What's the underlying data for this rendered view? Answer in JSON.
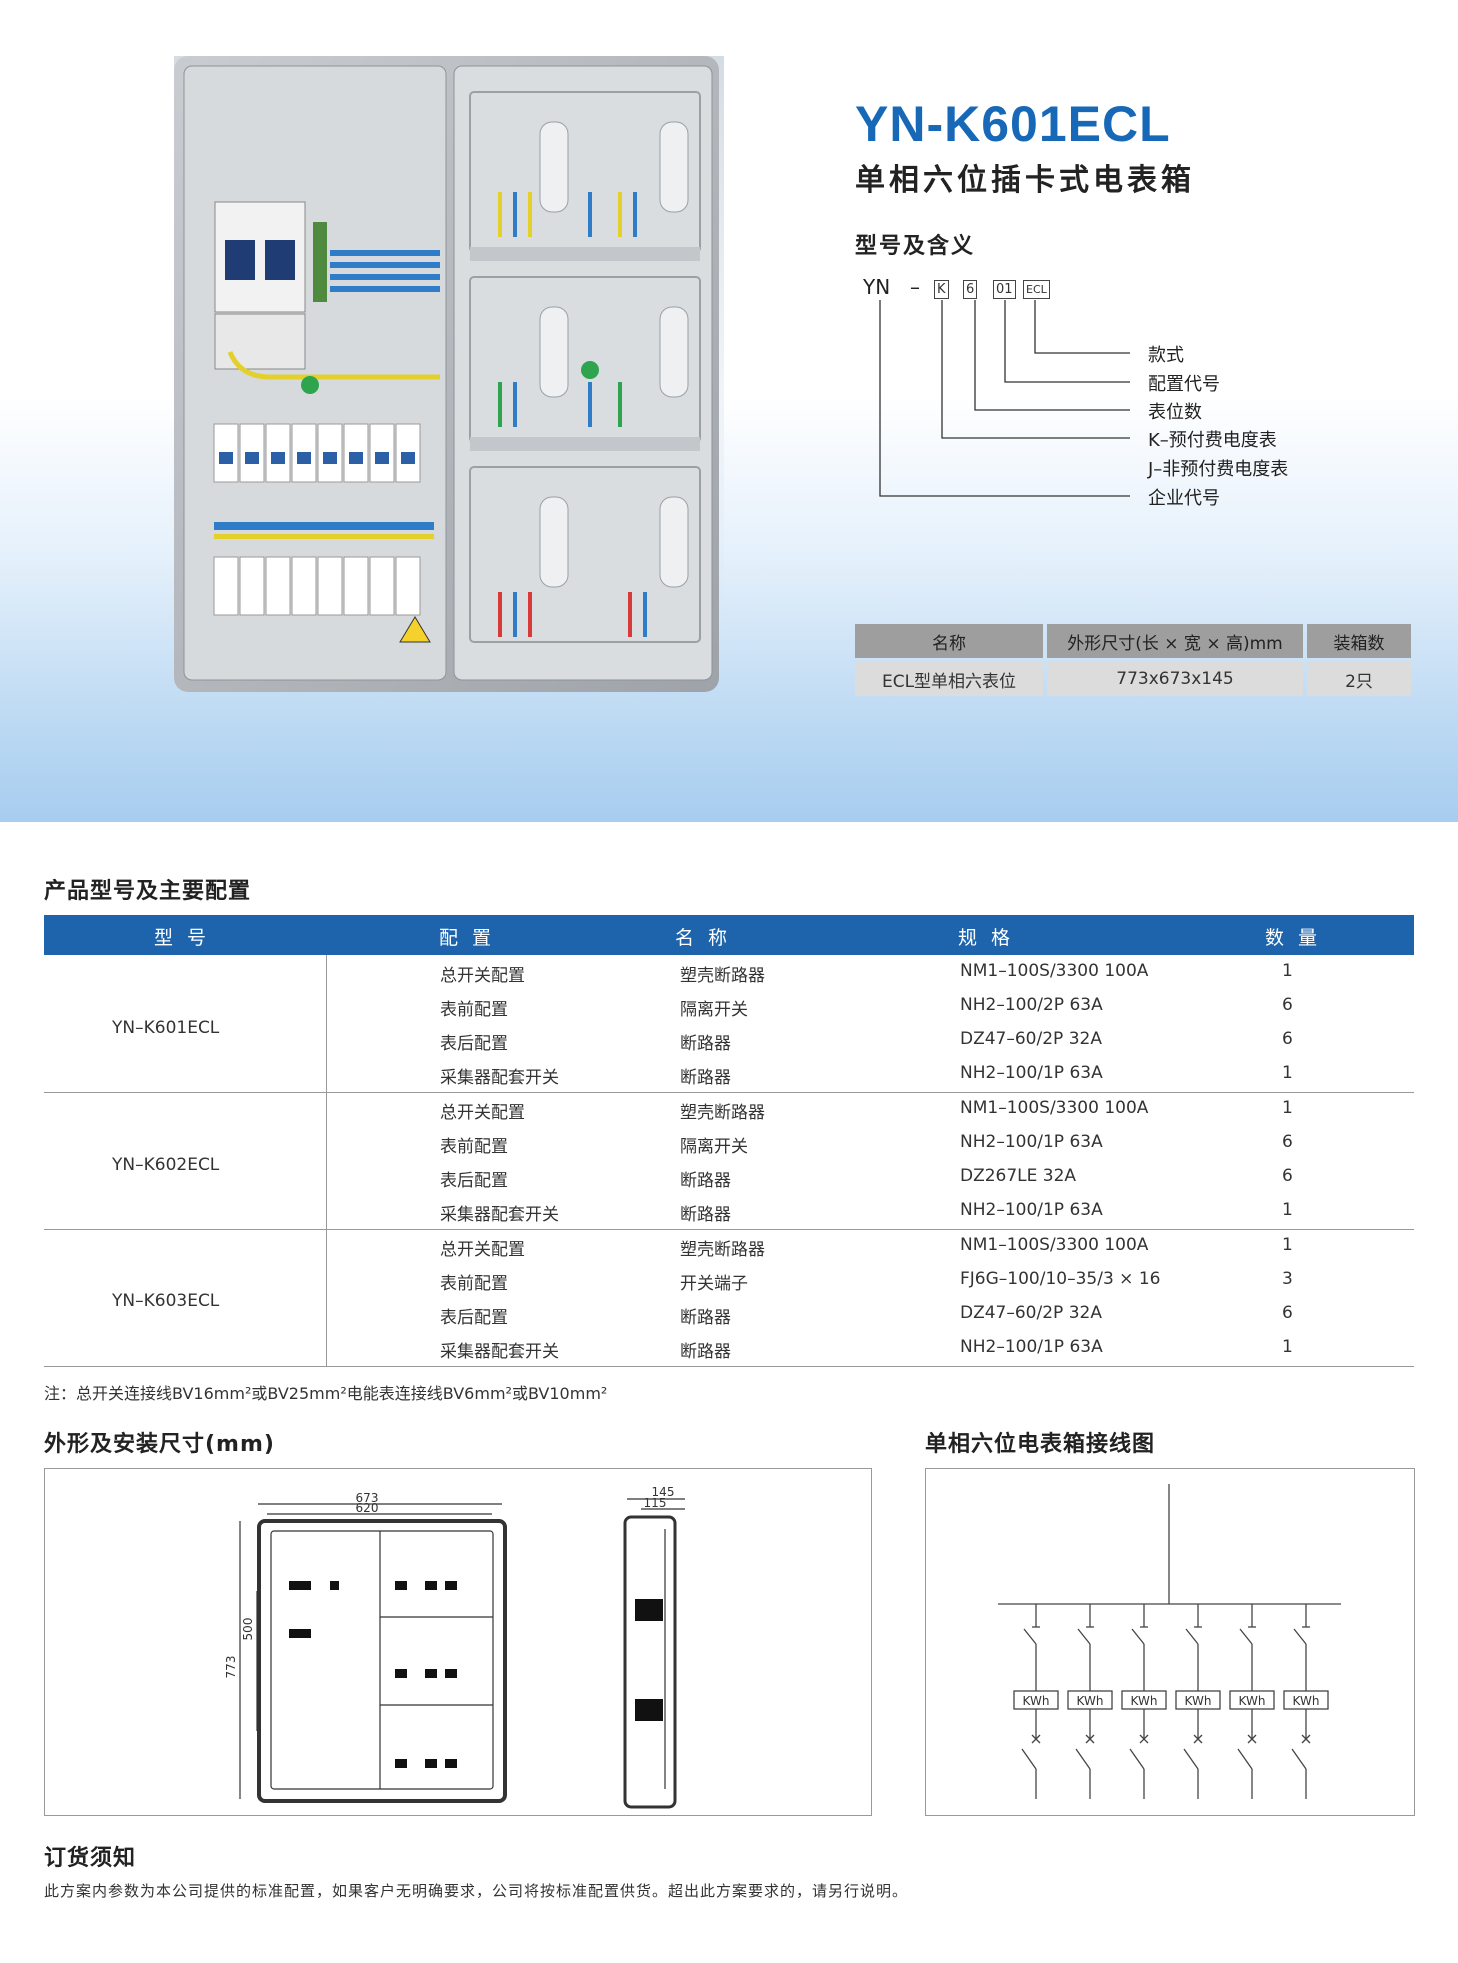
{
  "product": {
    "title": "YN-K601ECL",
    "subtitle": "单相六位插卡式电表箱"
  },
  "model_meaning": {
    "heading": "型号及含义",
    "code_prefix": "YN",
    "code_dash": "–",
    "code_parts": [
      "K",
      "6",
      "01",
      "ECL"
    ],
    "labels": [
      "款式",
      "配置代号",
      "表位数",
      "K–预付费电度表",
      "J–非预付费电度表",
      "企业代号"
    ]
  },
  "spec_table": {
    "headers": [
      "名称",
      "外形尺寸(长 × 宽 × 高)mm",
      "装箱数"
    ],
    "row": [
      "ECL型单相六表位",
      "773x673x145",
      "2只"
    ]
  },
  "config": {
    "heading": "产品型号及主要配置",
    "headers": [
      "型 号",
      "配 置",
      "名 称",
      "规 格",
      "数 量"
    ],
    "groups": [
      {
        "model": "YN–K601ECL",
        "rows": [
          {
            "config": "总开关配置",
            "name": "塑壳断路器",
            "spec": "NM1–100S/3300 100A",
            "qty": "1"
          },
          {
            "config": "表前配置",
            "name": "隔离开关",
            "spec": "NH2–100/2P  63A",
            "qty": "6"
          },
          {
            "config": "表后配置",
            "name": "断路器",
            "spec": "DZ47–60/2P  32A",
            "qty": "6"
          },
          {
            "config": "采集器配套开关",
            "name": "断路器",
            "spec": "NH2–100/1P  63A",
            "qty": "1"
          }
        ]
      },
      {
        "model": "YN–K602ECL",
        "rows": [
          {
            "config": "总开关配置",
            "name": "塑壳断路器",
            "spec": "NM1–100S/3300 100A",
            "qty": "1"
          },
          {
            "config": "表前配置",
            "name": "隔离开关",
            "spec": "NH2–100/1P 63A",
            "qty": "6"
          },
          {
            "config": "表后配置",
            "name": "断路器",
            "spec": "DZ267LE 32A",
            "qty": "6"
          },
          {
            "config": "采集器配套开关",
            "name": "断路器",
            "spec": "NH2–100/1P 63A",
            "qty": "1"
          }
        ]
      },
      {
        "model": "YN–K603ECL",
        "rows": [
          {
            "config": "总开关配置",
            "name": "塑壳断路器",
            "spec": "NM1–100S/3300 100A",
            "qty": "1"
          },
          {
            "config": "表前配置",
            "name": "开关端子",
            "spec": "FJ6G–100/10–35/3 × 16",
            "qty": "3"
          },
          {
            "config": "表后配置",
            "name": "断路器",
            "spec": "DZ47–60/2P  32A",
            "qty": "6"
          },
          {
            "config": "采集器配套开关",
            "name": "断路器",
            "spec": "NH2–100/1P  63A",
            "qty": "1"
          }
        ]
      }
    ],
    "note": "注：总开关连接线BV16mm²或BV25mm²电能表连接线BV6mm²或BV10mm²"
  },
  "dimensions": {
    "heading": "外形及安装尺寸(mm)",
    "width_outer": "673",
    "width_inner": "620",
    "height_outer": "773",
    "height_inner": "500",
    "depth_outer": "145",
    "depth_inner": "115"
  },
  "wiring": {
    "heading": "单相六位电表箱接线图",
    "meter_label": "KWh"
  },
  "order": {
    "heading": "订货须知",
    "text": "此方案内参数为本公司提供的标准配置，如果客户无明确要求，公司将按标准配置供货。超出此方案要求的，请另行说明。"
  },
  "colors": {
    "brand_blue": "#1769b7",
    "header_blue": "#1d64ad"
  }
}
